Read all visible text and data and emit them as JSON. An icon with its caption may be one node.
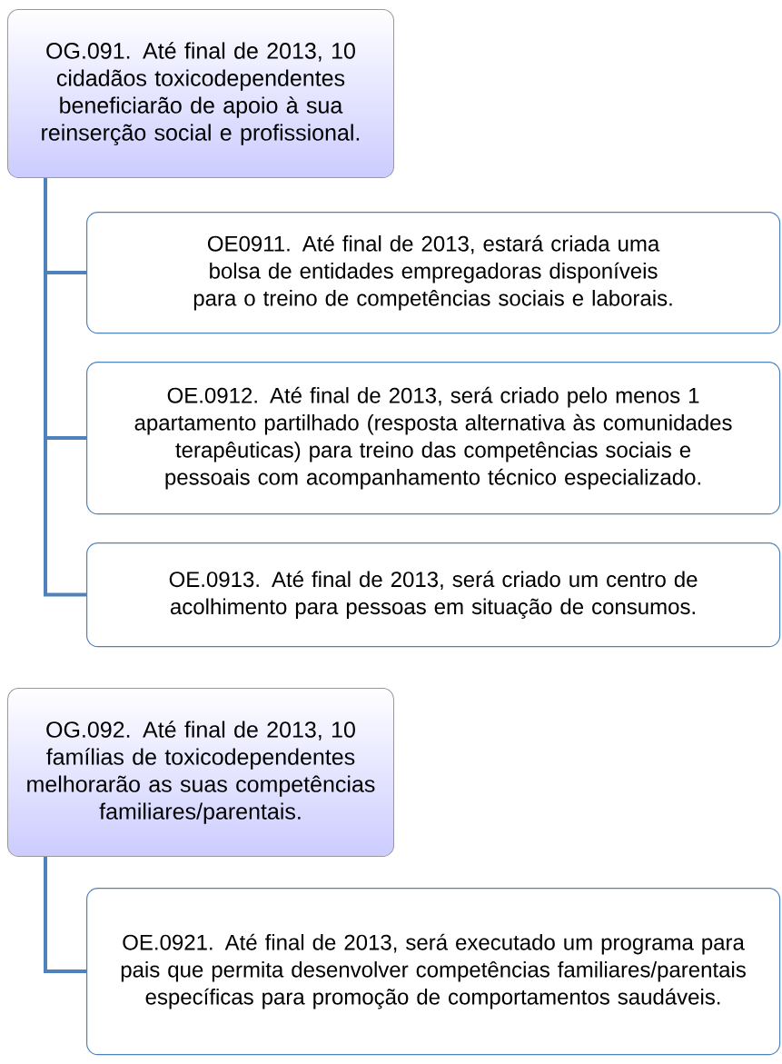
{
  "diagram": {
    "nodes": [
      {
        "text": [
          "OG.091. Até final de 2013, 10 cidadãos toxicodependentes beneficiarão de apoio à sua reinserção social e profissional."
        ]
      },
      {
        "text": [
          "OE0911. Até final de 2013, estará criada uma bolsa de entidades empregadoras disponíveis para o treino de competências sociais e laborais."
        ]
      },
      {
        "text": [
          "OE.0912. Até final de 2013, será criado pelo menos 1 apartamento partilhado (resposta alternativa às comunidades terapêuticas) para treino das competências sociais e pessoais com acompanhamento técnico especializado."
        ]
      },
      {
        "text": [
          "OE.0913. Até final de 2013, será criado um centro de acolhimento para pessoas em situação de consumos."
        ]
      },
      {
        "text": [
          "OG.092. Até final de 2013, 10 famílias de toxicodependentes melhorarão as suas competências familiares/parentais."
        ]
      },
      {
        "text": [
          "OE.0921. Até final de 2013, será executado um programa para pais que permita desenvolver competências familiares/parentais específicas para promoção de comportamentos saudáveis."
        ]
      }
    ],
    "edges": [
      {
        "from": 0,
        "to": 1,
        "arrow": "none"
      },
      {
        "from": 0,
        "to": 2,
        "arrow": "none"
      },
      {
        "from": 0,
        "to": 3,
        "arrow": "none"
      },
      {
        "from": 4,
        "to": 5,
        "arrow": "none"
      }
    ]
  }
}
